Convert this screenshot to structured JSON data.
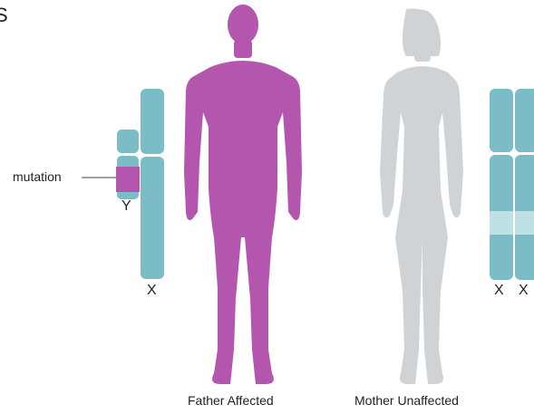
{
  "corner_text": "S",
  "labels": {
    "mutation": "mutation",
    "y_chrom": "Y",
    "father_x": "X",
    "mother_x1": "X",
    "mother_x2": "X",
    "father": "Father Affected",
    "mother": "Mother Unaffected"
  },
  "colors": {
    "affected": "#b456ae",
    "unaffected": "#cfd3d5",
    "chromosome": "#7bbcc7",
    "chromosome_band": "#bfe0e5",
    "text": "#222222"
  }
}
